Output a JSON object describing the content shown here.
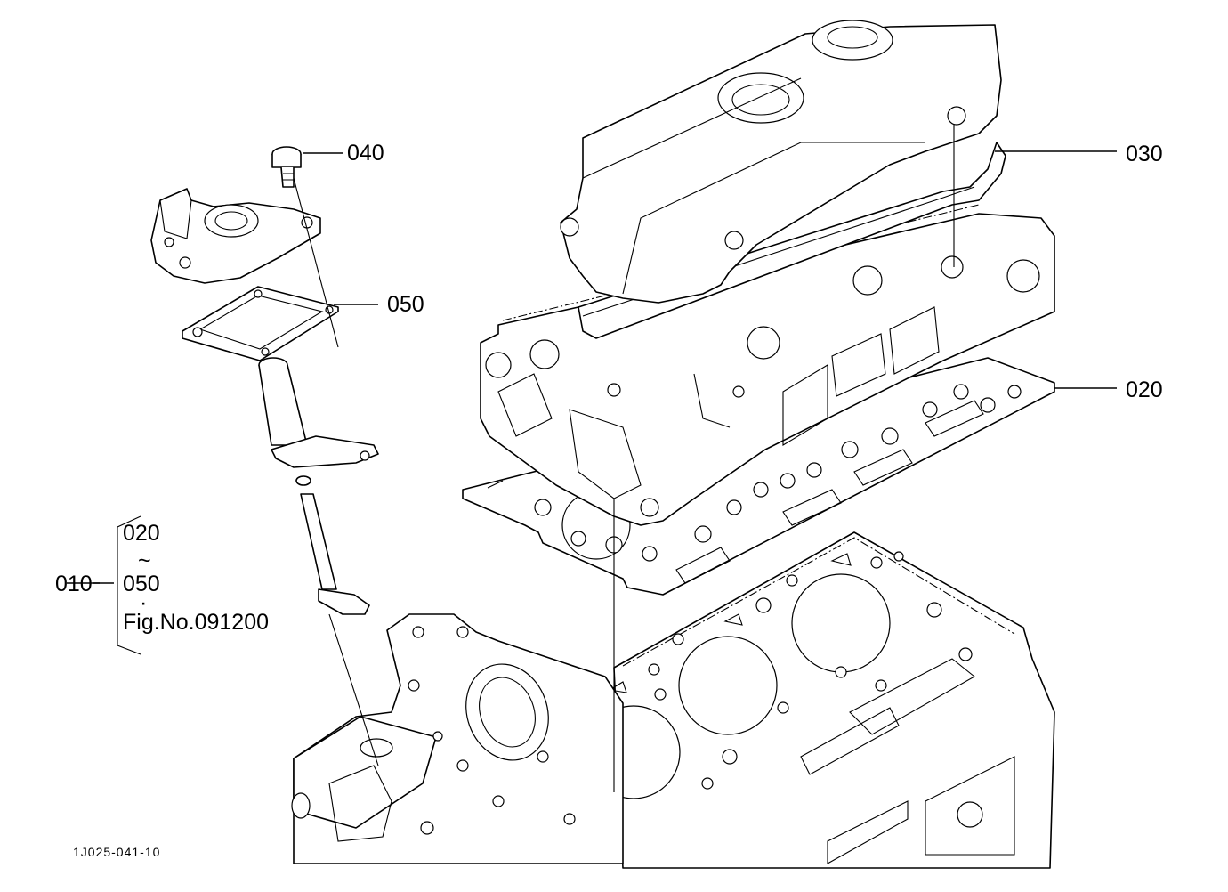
{
  "labels": {
    "p040": "040",
    "p030": "030",
    "p050": "050",
    "p020": "020",
    "p010": "010",
    "range_start": "020",
    "range_tilde": "~",
    "range_end": "050",
    "range_dot": "·",
    "fig_ref": "Fig.No.091200",
    "drawing_code": "1J025-041-10"
  }
}
